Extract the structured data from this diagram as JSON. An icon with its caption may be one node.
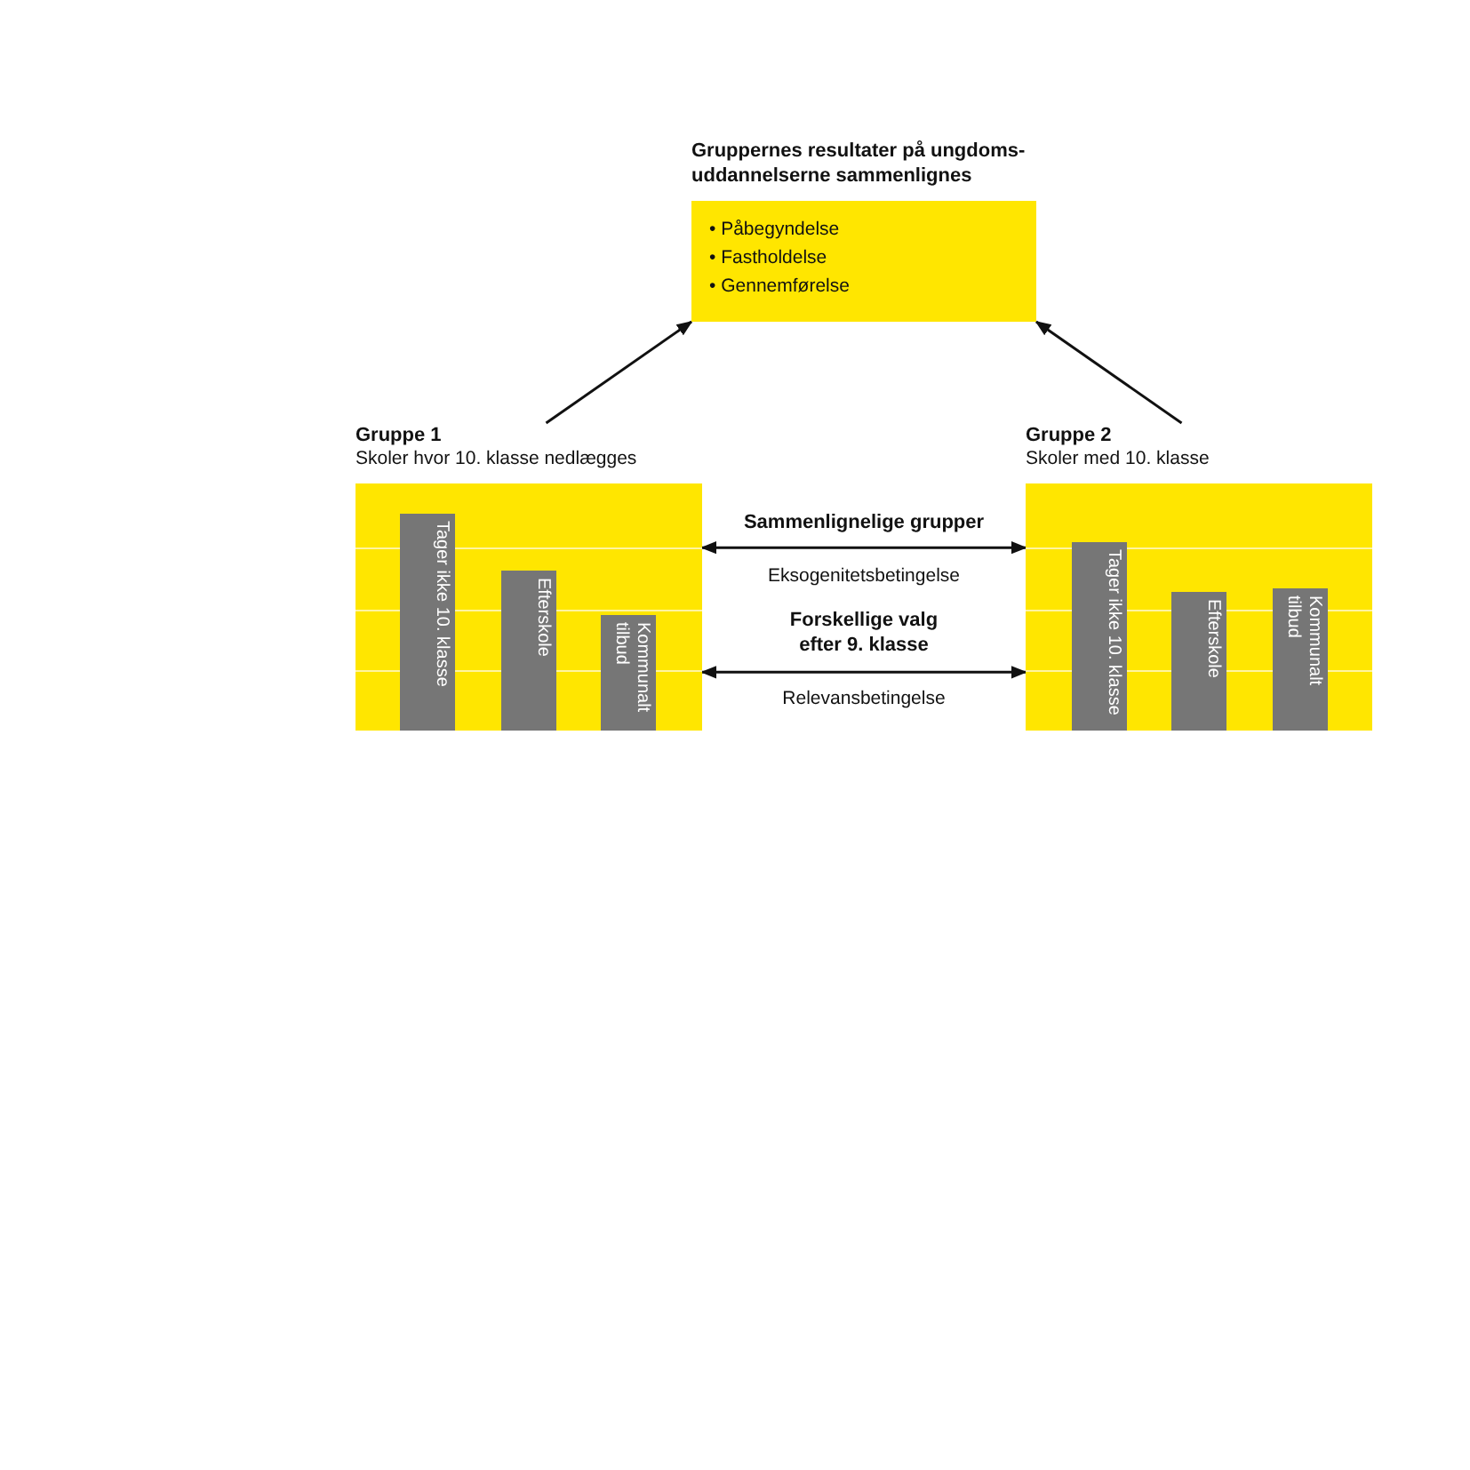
{
  "diagram": {
    "nodes": [
      {
        "text": [
          "Gruppernes resultater på ungdoms-uddannelserne sammenlignes",
          "• Påbegyndelse",
          "• Fastholdelse",
          "• Gennemførelse"
        ]
      },
      {
        "text": [
          "Gruppe 1",
          "Skoler hvor 10. klasse nedlægges"
        ]
      },
      {
        "text": [
          "Tager ikke 10. klasse"
        ],
        "in": 1
      },
      {
        "text": [
          "Efterskole"
        ],
        "in": 1
      },
      {
        "text": [
          "Kommunalt tilbud"
        ],
        "in": 1
      },
      {
        "text": [
          "Gruppe 2",
          "Skoler med 10. klasse"
        ]
      },
      {
        "text": [
          "Tager ikke 10. klasse"
        ],
        "in": 5
      },
      {
        "text": [
          "Efterskole"
        ],
        "in": 5
      },
      {
        "text": [
          "Kommunalt tilbud"
        ],
        "in": 5
      }
    ],
    "edges": [
      {
        "from": 1,
        "to": 0,
        "arrow": "to"
      },
      {
        "from": 5,
        "to": 0,
        "arrow": "to"
      },
      {
        "from": 1,
        "to": 5,
        "arrow": "both",
        "label": "Sammenlignelige grupper"
      },
      {
        "from": 1,
        "to": 5,
        "arrow": "both",
        "label": "Forskellige valg efter 9. klasse"
      }
    ],
    "labels": [
      "Eksogenitetsbetingelse",
      "Relevansbetingelse"
    ]
  }
}
